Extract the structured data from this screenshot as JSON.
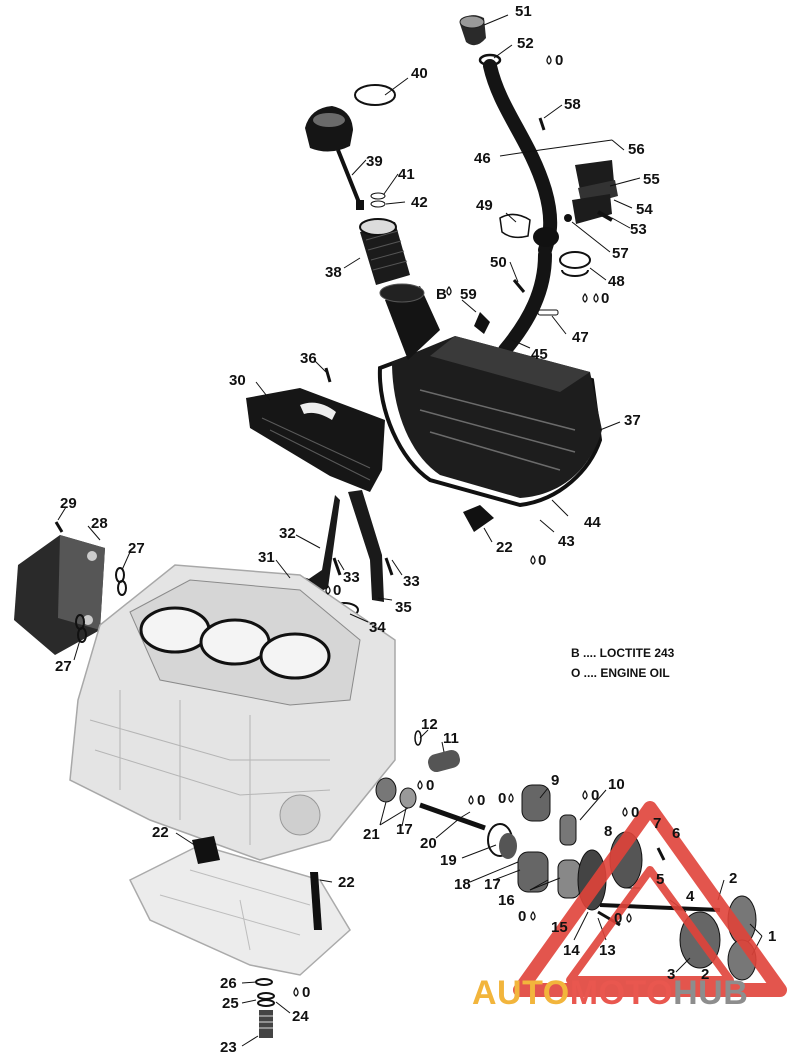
{
  "callouts": [
    {
      "id": "c51",
      "text": "51"
    },
    {
      "id": "c52",
      "text": "52"
    },
    {
      "id": "c40",
      "text": "40"
    },
    {
      "id": "c58",
      "text": "58"
    },
    {
      "id": "c56",
      "text": "56"
    },
    {
      "id": "c46",
      "text": "46"
    },
    {
      "id": "c39",
      "text": "39"
    },
    {
      "id": "c55",
      "text": "55"
    },
    {
      "id": "c41",
      "text": "41"
    },
    {
      "id": "c42",
      "text": "42"
    },
    {
      "id": "c54",
      "text": "54"
    },
    {
      "id": "c49",
      "text": "49"
    },
    {
      "id": "c53",
      "text": "53"
    },
    {
      "id": "c57",
      "text": "57"
    },
    {
      "id": "c50",
      "text": "50"
    },
    {
      "id": "c48",
      "text": "48"
    },
    {
      "id": "c38",
      "text": "38"
    },
    {
      "id": "cB",
      "text": "B"
    },
    {
      "id": "c59",
      "text": "59"
    },
    {
      "id": "c47",
      "text": "47"
    },
    {
      "id": "c45",
      "text": "45"
    },
    {
      "id": "c36",
      "text": "36"
    },
    {
      "id": "c30",
      "text": "30"
    },
    {
      "id": "c37",
      "text": "37"
    },
    {
      "id": "c29",
      "text": "29"
    },
    {
      "id": "c28",
      "text": "28"
    },
    {
      "id": "c44",
      "text": "44"
    },
    {
      "id": "c32",
      "text": "32"
    },
    {
      "id": "c22a",
      "text": "22"
    },
    {
      "id": "c43",
      "text": "43"
    },
    {
      "id": "c27a",
      "text": "27"
    },
    {
      "id": "c31",
      "text": "31"
    },
    {
      "id": "c33a",
      "text": "33"
    },
    {
      "id": "c33b",
      "text": "33"
    },
    {
      "id": "c35",
      "text": "35"
    },
    {
      "id": "c34",
      "text": "34"
    },
    {
      "id": "c27b",
      "text": "27"
    },
    {
      "id": "c12",
      "text": "12"
    },
    {
      "id": "c11",
      "text": "11"
    },
    {
      "id": "c9",
      "text": "9"
    },
    {
      "id": "c10",
      "text": "10"
    },
    {
      "id": "c21",
      "text": "21"
    },
    {
      "id": "c17a",
      "text": "17"
    },
    {
      "id": "c20",
      "text": "20"
    },
    {
      "id": "c8",
      "text": "8"
    },
    {
      "id": "c7",
      "text": "7"
    },
    {
      "id": "c6",
      "text": "6"
    },
    {
      "id": "c22b",
      "text": "22"
    },
    {
      "id": "c19",
      "text": "19"
    },
    {
      "id": "c18",
      "text": "18"
    },
    {
      "id": "c17b",
      "text": "17"
    },
    {
      "id": "c22c",
      "text": "22"
    },
    {
      "id": "c5",
      "text": "5"
    },
    {
      "id": "c16",
      "text": "16"
    },
    {
      "id": "c2a",
      "text": "2"
    },
    {
      "id": "c4",
      "text": "4"
    },
    {
      "id": "c15",
      "text": "15"
    },
    {
      "id": "c14",
      "text": "14"
    },
    {
      "id": "c13",
      "text": "13"
    },
    {
      "id": "c1",
      "text": "1"
    },
    {
      "id": "c3",
      "text": "3"
    },
    {
      "id": "c2b",
      "text": "2"
    },
    {
      "id": "c26",
      "text": "26"
    },
    {
      "id": "c25",
      "text": "25"
    },
    {
      "id": "c24",
      "text": "24"
    },
    {
      "id": "c23",
      "text": "23"
    }
  ],
  "oil_marks": [
    {
      "id": "o52",
      "text": "0"
    },
    {
      "id": "o48",
      "text": "0"
    },
    {
      "id": "o33",
      "text": "0"
    },
    {
      "id": "o43",
      "text": "0"
    },
    {
      "id": "o21",
      "text": "0"
    },
    {
      "id": "o20",
      "text": "0"
    },
    {
      "id": "o19",
      "text": "0"
    },
    {
      "id": "o9",
      "text": "0"
    },
    {
      "id": "o8",
      "text": "0"
    },
    {
      "id": "o16",
      "text": "0"
    },
    {
      "id": "o5",
      "text": "0"
    },
    {
      "id": "o24",
      "text": "0"
    }
  ],
  "legend": {
    "b_line": "B .... LOCTITE 243",
    "o_line": "O .... ENGINE OIL"
  },
  "watermark": {
    "part1": "AUTO",
    "part2": "MOTO",
    "part3": "HUB"
  },
  "colors": {
    "ink": "#111111",
    "casting": "#c9c9c9",
    "part_dark": "#1a1a1a",
    "watermark_red": "#e0433a",
    "watermark_orange": "#f2b53c",
    "watermark_gray": "#8d8d8d"
  }
}
